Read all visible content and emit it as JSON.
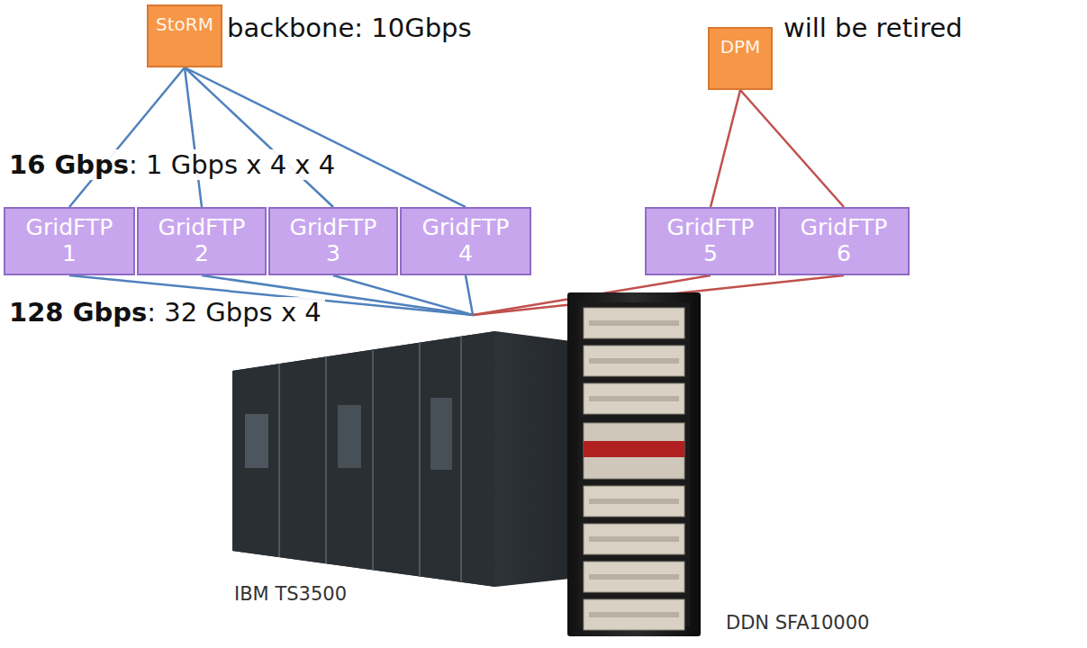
{
  "diagram": {
    "nodes": [
      {
        "text": [
          "StoRM"
        ]
      },
      {
        "text": [
          "DPM"
        ]
      },
      {
        "text": [
          "GridFTP 1"
        ]
      },
      {
        "text": [
          "GridFTP 2"
        ]
      },
      {
        "text": [
          "GridFTP 3"
        ]
      },
      {
        "text": [
          "GridFTP 4"
        ]
      },
      {
        "text": [
          "GridFTP 5"
        ]
      },
      {
        "text": [
          "GridFTP 6"
        ]
      },
      {
        "text": [
          "IBM TS3500",
          "DDN SFA10000"
        ]
      }
    ],
    "edges": [
      {
        "from": 0,
        "to": 2,
        "arrow": "none"
      },
      {
        "from": 0,
        "to": 3,
        "arrow": "none"
      },
      {
        "from": 0,
        "to": 4,
        "arrow": "none"
      },
      {
        "from": 0,
        "to": 5,
        "arrow": "none"
      },
      {
        "from": 1,
        "to": 6,
        "arrow": "none"
      },
      {
        "from": 1,
        "to": 7,
        "arrow": "none"
      },
      {
        "from": 2,
        "to": 8,
        "arrow": "none"
      },
      {
        "from": 3,
        "to": 8,
        "arrow": "none"
      },
      {
        "from": 4,
        "to": 8,
        "arrow": "none"
      },
      {
        "from": 5,
        "to": 8,
        "arrow": "none"
      },
      {
        "from": 6,
        "to": 8,
        "arrow": "none"
      },
      {
        "from": 7,
        "to": 8,
        "arrow": "none"
      }
    ],
    "labels": [
      "backbone: 10Gbps",
      "will be retired",
      "16 Gbps",
      ": 1 Gbps x 4 x 4",
      "128 Gbps",
      ": 32 Gbps x 4"
    ]
  }
}
